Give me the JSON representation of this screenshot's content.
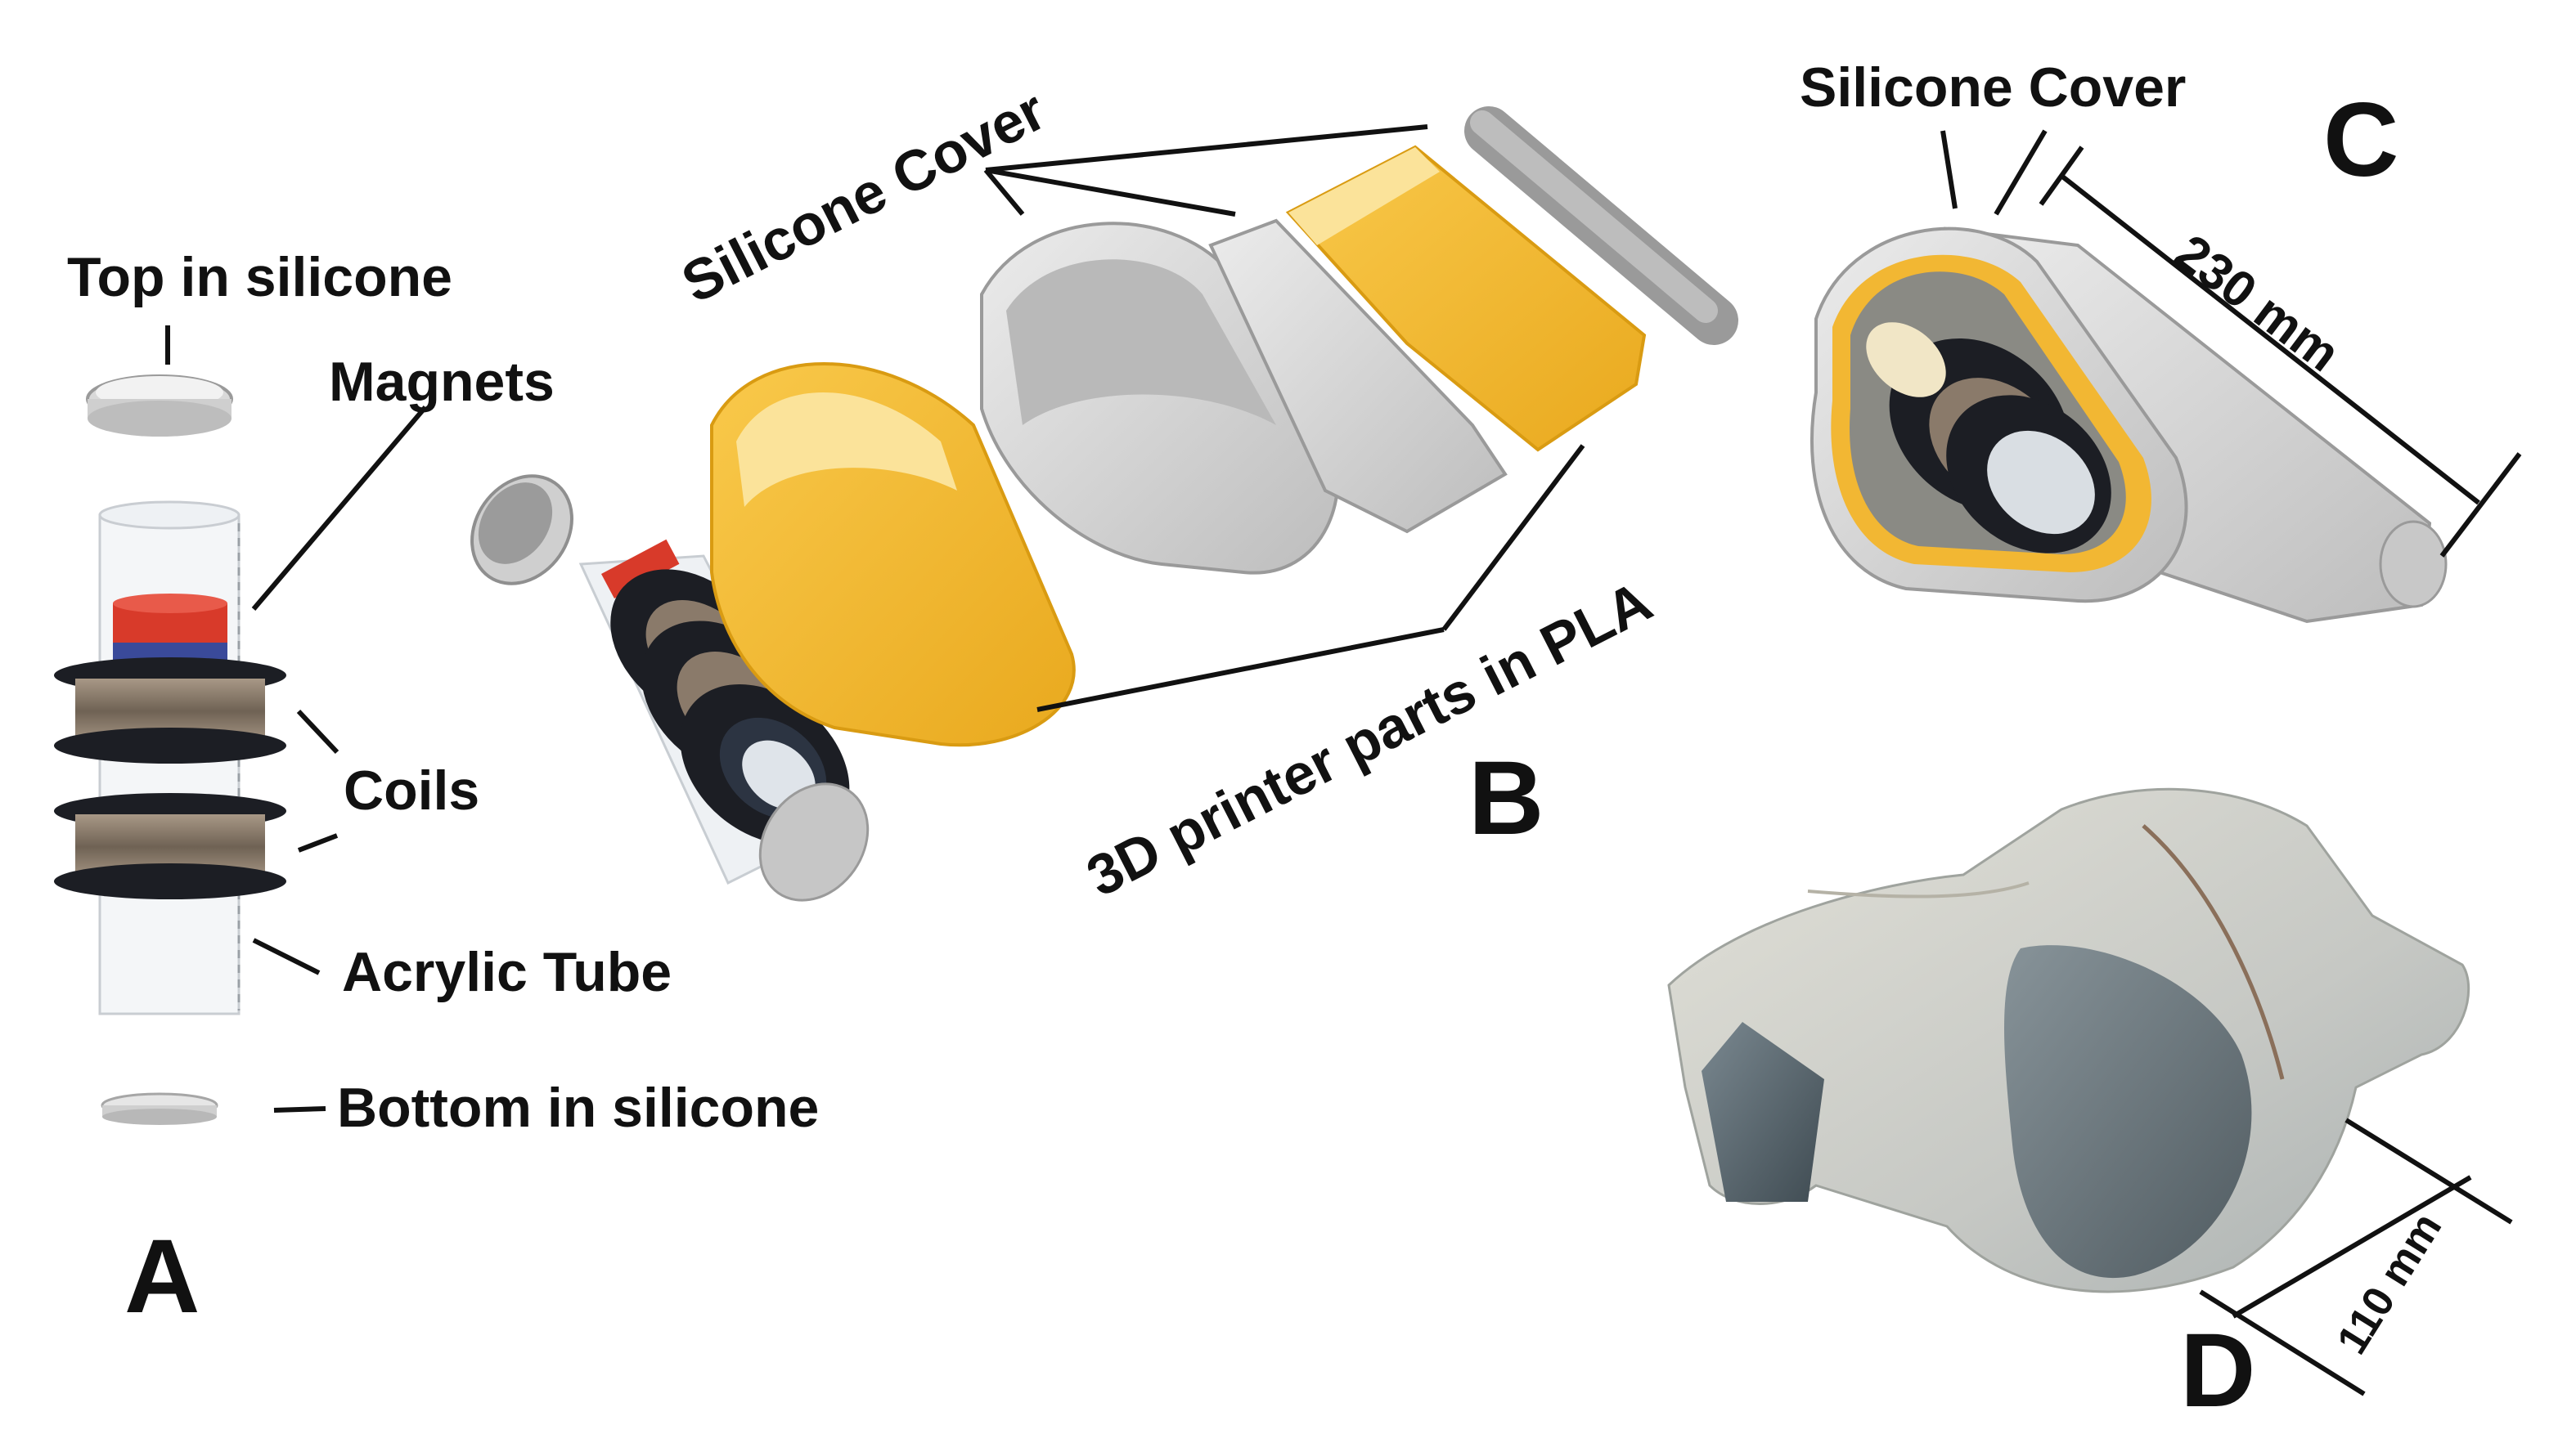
{
  "panels": {
    "a": {
      "letter": "A",
      "top_label": "Top in silicone",
      "magnets_label": "Magnets",
      "coils_label": "Coils",
      "tube_label": "Acrylic Tube",
      "bottom_label": "Bottom in silicone"
    },
    "b": {
      "letter": "B",
      "cover_label": "Silicone Cover",
      "pla_label": "3D printer parts in PLA"
    },
    "c": {
      "letter": "C",
      "cover_label": "Silicone Cover",
      "length_label": "230 mm"
    },
    "d": {
      "letter": "D",
      "width_label": "110 mm"
    }
  },
  "colors": {
    "pla_yellow": "#f5b830",
    "silicone_gray": "#d6d6d6",
    "magnet_red": "#d83a2a",
    "magnet_blue": "#3a4a9a",
    "coil_copper": "#8a7a6a",
    "ring_black": "#1c1e24"
  }
}
